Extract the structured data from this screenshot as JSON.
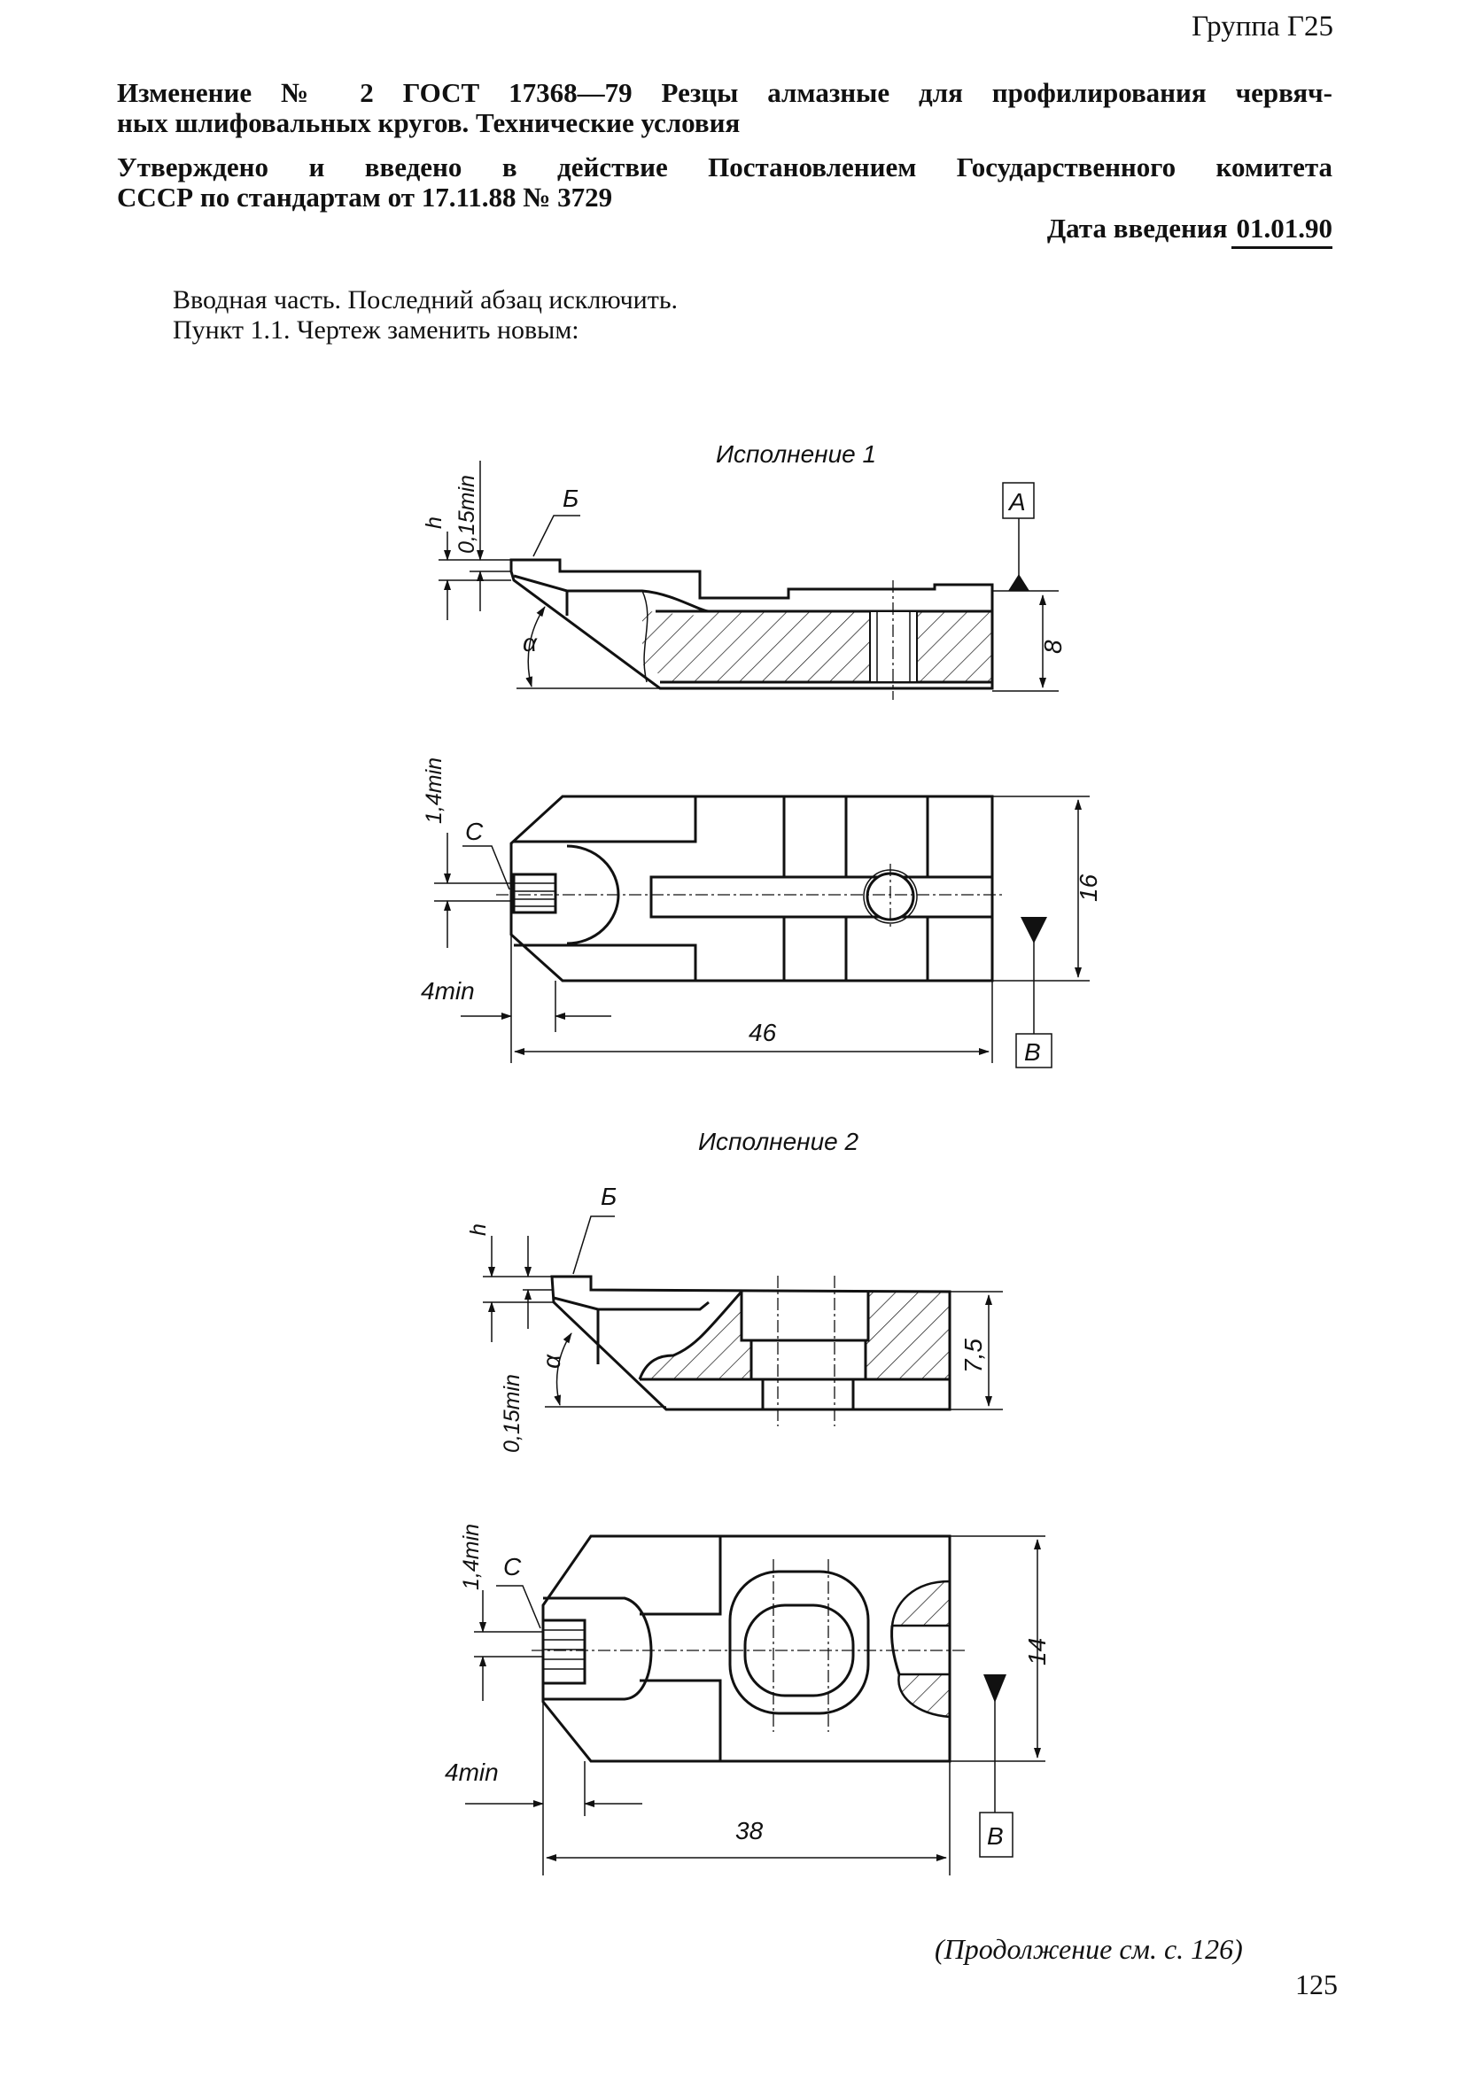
{
  "header": {
    "group": "Группа Г25",
    "title_lines": [
      "Изменение № 2 ГОСТ 17368—79 Резцы алмазные для профилирования червяч-",
      "ных шлифовальных кругов. Технические условия"
    ],
    "approval_lines": [
      "Утверждено и введено в действие Постановлением Государственного комитета",
      "СССР по стандартам от 17.11.88 № 3729"
    ],
    "date_label": "Дата введения",
    "date_value": "01.01.90"
  },
  "body": [
    "Вводная часть. Последний абзац исключить.",
    "Пункт 1.1. Чертеж заменить новым:"
  ],
  "drawings": [
    {
      "title": "Исполнение 1",
      "labels": {
        "h": "h",
        "tip": "0,15min",
        "b": "Б",
        "alpha": "α",
        "base_a": "А",
        "height": "8",
        "c": "С",
        "width_min": "1,4min",
        "depth_min": "4min",
        "length": "46",
        "width": "16",
        "base_b": "В"
      }
    },
    {
      "title": "Исполнение 2",
      "labels": {
        "h": "h",
        "tip": "0,15min",
        "b": "Б",
        "alpha": "α",
        "height": "7,5",
        "c": "С",
        "width_min": "1,4min",
        "depth_min": "4min",
        "length": "38",
        "width": "14",
        "base_b": "В"
      }
    }
  ],
  "continuation": "(Продолжение см. с. 126)",
  "page_number": "125"
}
